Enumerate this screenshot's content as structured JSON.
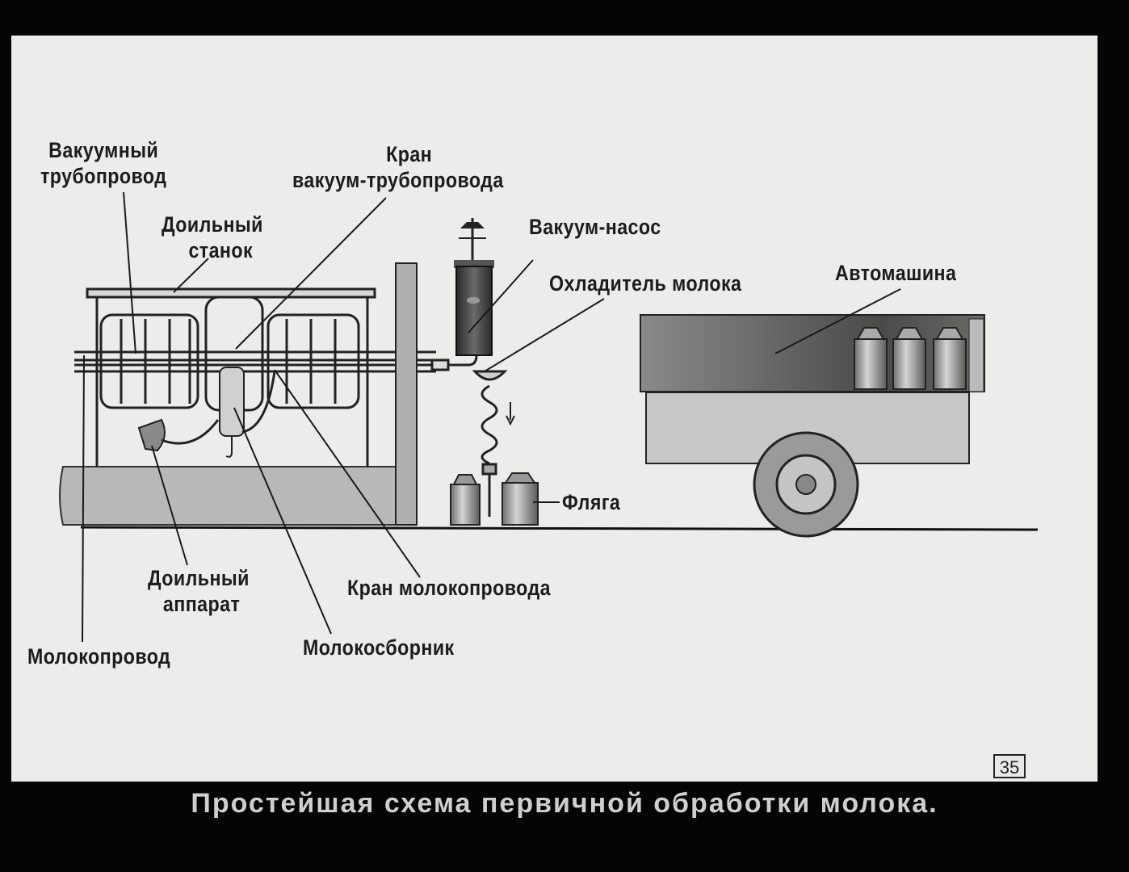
{
  "labels": {
    "vacuum_pipeline": [
      "Вакуумный",
      "трубопровод"
    ],
    "milking_stall": [
      "Доильный",
      "станок"
    ],
    "vacuum_pipeline_valve": [
      "Кран",
      "вакуум-трубопровода"
    ],
    "vacuum_pump": "Вакуум-насос",
    "milk_cooler": "Охладитель молока",
    "truck": "Автомашина",
    "flask": "Фляга",
    "milk_pipeline_valve": "Кран молокопровода",
    "milking_machine": [
      "Доильный",
      "аппарат"
    ],
    "milk_pipeline": "Молокопровод",
    "milk_collector": "Молокосборник"
  },
  "slide_number": "35",
  "caption": "Простейшая схема первичной обработки молока."
}
